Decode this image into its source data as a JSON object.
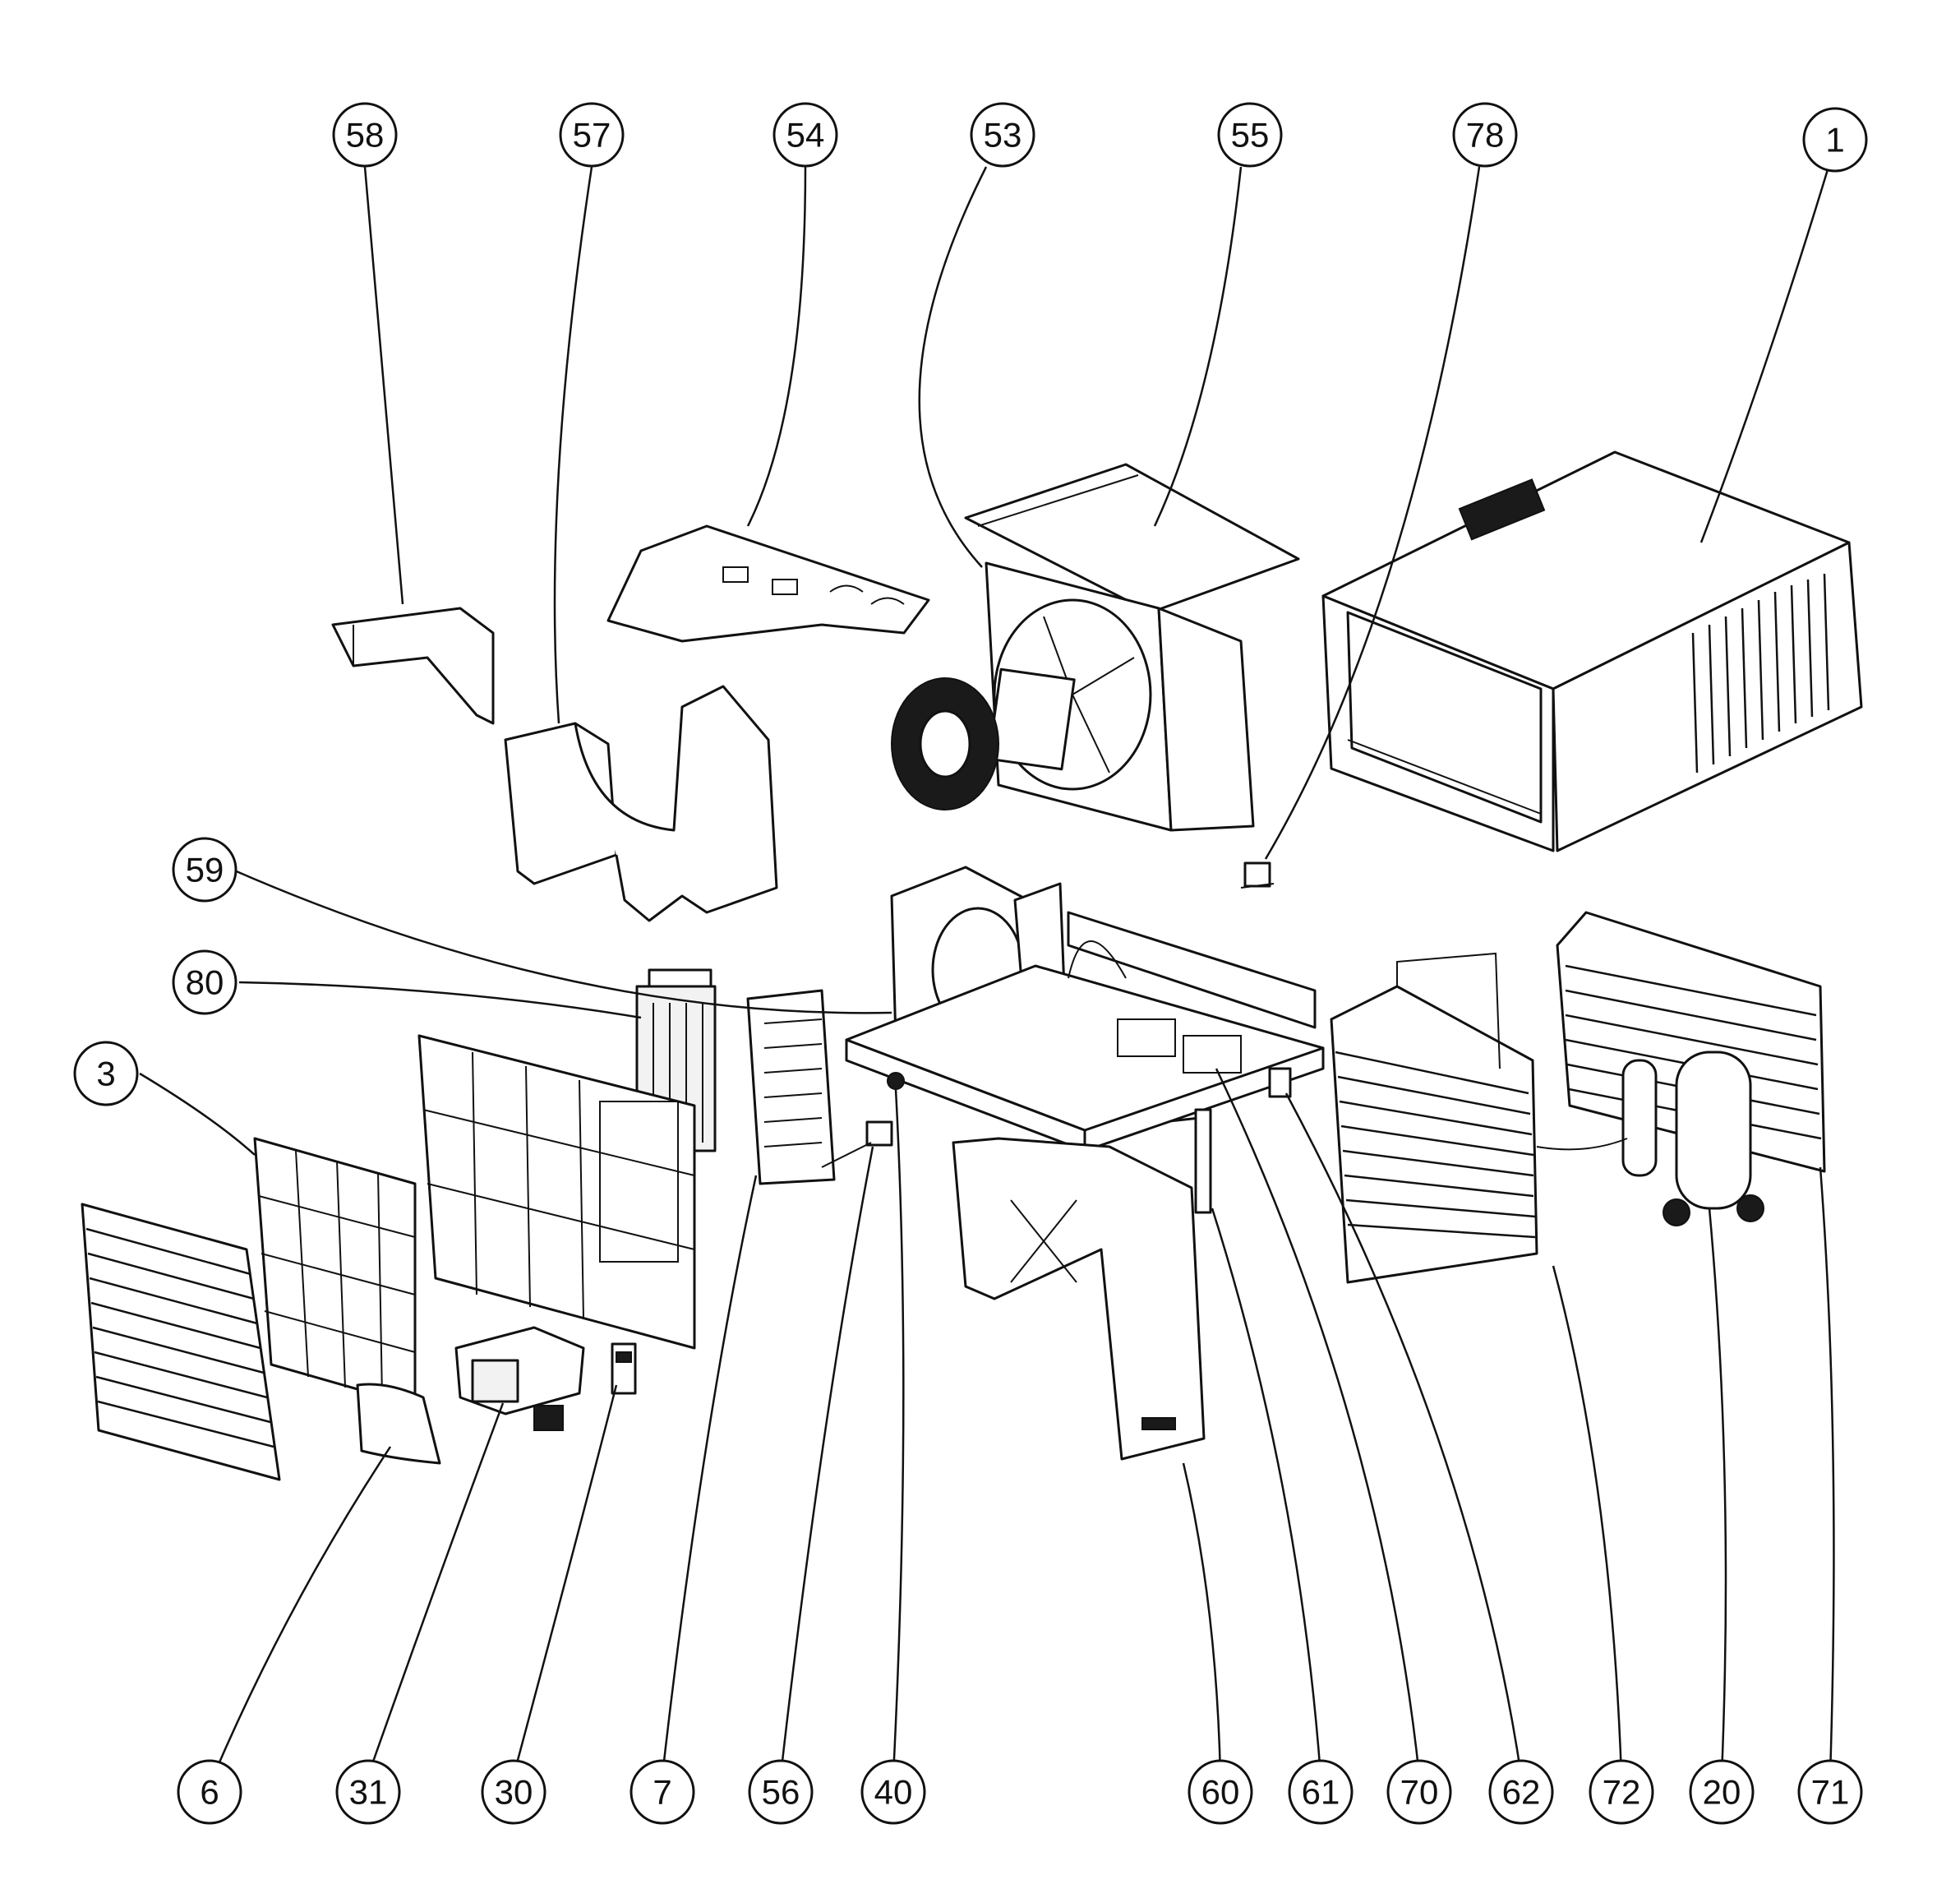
{
  "diagram": {
    "callouts": [
      {
        "id": "c58",
        "label": "58",
        "part": "part-58"
      },
      {
        "id": "c57",
        "label": "57",
        "part": "part-57"
      },
      {
        "id": "c54",
        "label": "54",
        "part": "part-54"
      },
      {
        "id": "c53",
        "label": "53",
        "part": "part-53"
      },
      {
        "id": "c55",
        "label": "55",
        "part": "part-55"
      },
      {
        "id": "c78",
        "label": "78",
        "part": "part-78"
      },
      {
        "id": "c1",
        "label": "1",
        "part": "part-1"
      },
      {
        "id": "c59",
        "label": "59",
        "part": "part-59"
      },
      {
        "id": "c80",
        "label": "80",
        "part": "part-80"
      },
      {
        "id": "c3",
        "label": "3",
        "part": "part-3"
      },
      {
        "id": "c6",
        "label": "6",
        "part": "part-6"
      },
      {
        "id": "c31",
        "label": "31",
        "part": "part-31"
      },
      {
        "id": "c30",
        "label": "30",
        "part": "part-30"
      },
      {
        "id": "c7",
        "label": "7",
        "part": "part-7"
      },
      {
        "id": "c56",
        "label": "56",
        "part": "part-56"
      },
      {
        "id": "c40",
        "label": "40",
        "part": "part-40"
      },
      {
        "id": "c60",
        "label": "60",
        "part": "part-60"
      },
      {
        "id": "c61",
        "label": "61",
        "part": "part-61"
      },
      {
        "id": "c70",
        "label": "70",
        "part": "part-70"
      },
      {
        "id": "c62",
        "label": "62",
        "part": "part-62"
      },
      {
        "id": "c72",
        "label": "72",
        "part": "part-72"
      },
      {
        "id": "c20",
        "label": "20",
        "part": "part-20"
      },
      {
        "id": "c71",
        "label": "71",
        "part": "part-71"
      }
    ],
    "colors": {
      "ink": "#111111",
      "paper": "#ffffff",
      "shade": "#f2f2f2"
    }
  }
}
